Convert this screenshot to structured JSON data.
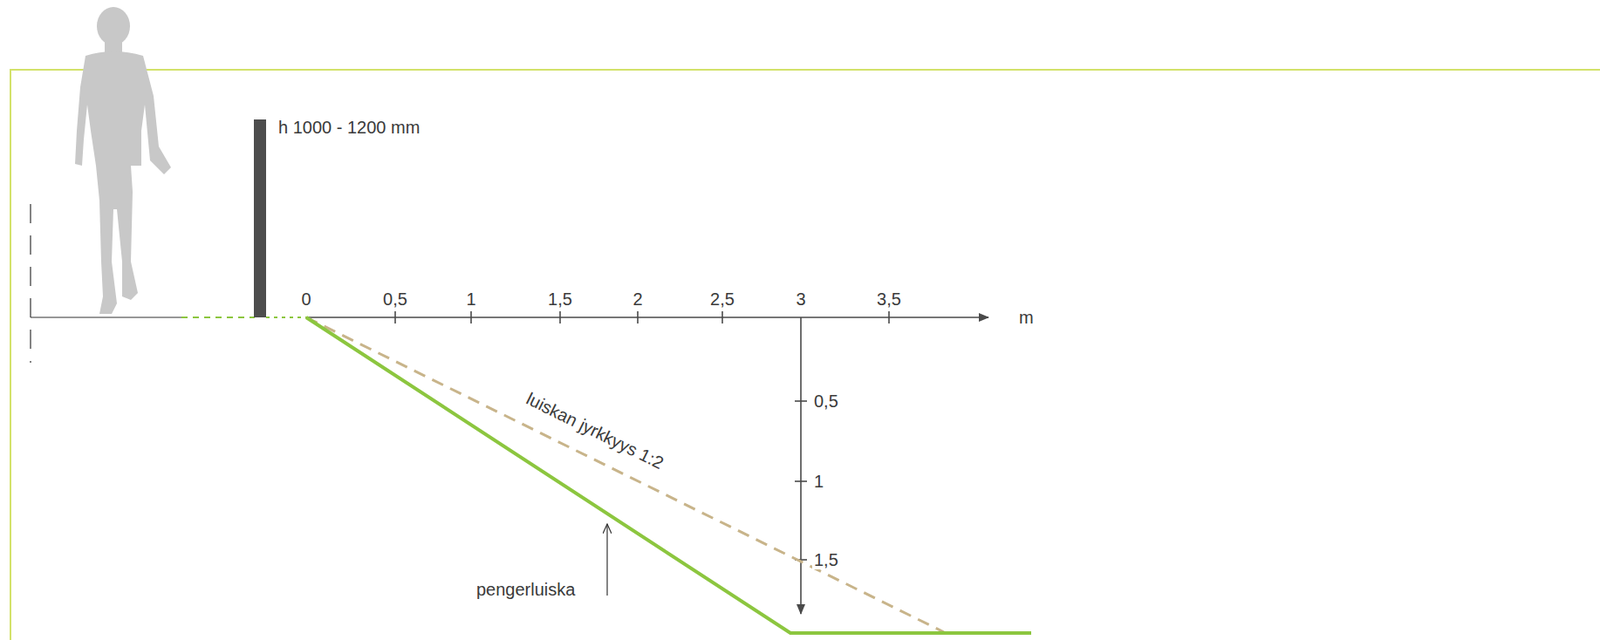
{
  "diagram": {
    "labels": [
      "h 1000 - 1200 mm",
      "0",
      "0,5",
      "1",
      "1,5",
      "2",
      "2,5",
      "3",
      "3,5",
      "m",
      "0,5",
      "1",
      "1,5",
      "luiskan jyrkkyys 1:2",
      "pengerluiska"
    ]
  }
}
